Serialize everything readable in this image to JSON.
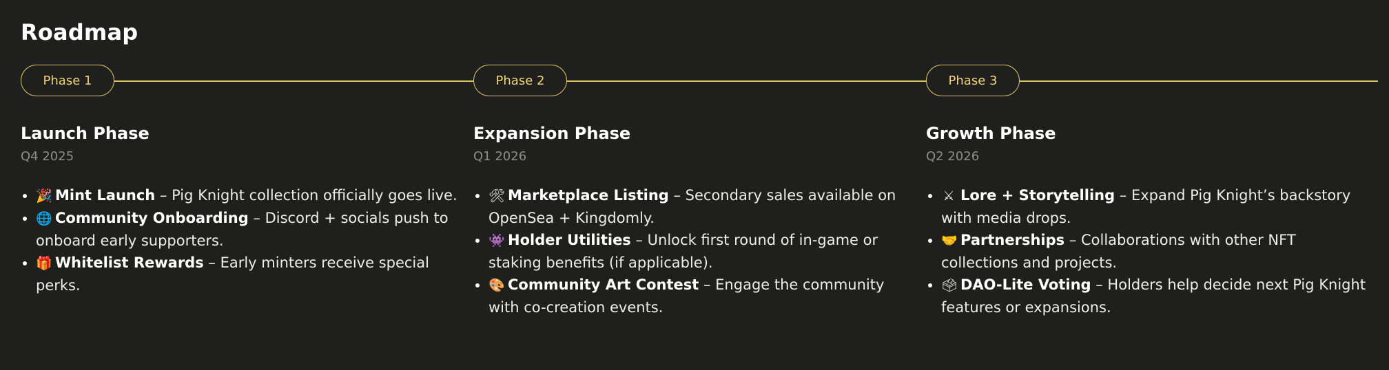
{
  "title": "Roadmap",
  "colors": {
    "background": "#1f201e",
    "accent": "#d9c266",
    "pill_text": "#f0d57a",
    "muted": "#8e8e8a"
  },
  "phases": [
    {
      "pill": "Phase 1",
      "name": "Launch Phase",
      "date": "Q4 2025",
      "items": [
        {
          "icon": "🎉",
          "icon_name": "party-popper-icon",
          "bold": "Mint Launch",
          "text": " – Pig Knight collection officially goes live."
        },
        {
          "icon": "🌐",
          "icon_name": "globe-icon",
          "bold": "Community Onboarding",
          "text": " – Discord + socials push to onboard early supporters."
        },
        {
          "icon": "🎁",
          "icon_name": "gift-icon",
          "bold": "Whitelist Rewards",
          "text": " – Early minters receive special perks."
        }
      ]
    },
    {
      "pill": "Phase 2",
      "name": "Expansion Phase",
      "date": "Q1 2026",
      "items": [
        {
          "icon": "🛠",
          "icon_name": "tools-icon",
          "bold": "Marketplace Listing",
          "text": " – Secondary sales available on OpenSea + Kingdomly."
        },
        {
          "icon": "👾",
          "icon_name": "alien-monster-icon",
          "bold": "Holder Utilities",
          "text": " – Unlock first round of in-game or staking benefits (if applicable)."
        },
        {
          "icon": "🎨",
          "icon_name": "palette-icon",
          "bold": "Community Art Contest",
          "text": " – Engage the community with co-creation events."
        }
      ]
    },
    {
      "pill": "Phase 3",
      "name": "Growth Phase",
      "date": "Q2 2026",
      "items": [
        {
          "icon": "⚔",
          "icon_name": "crossed-swords-icon",
          "bold": "Lore + Storytelling",
          "text": " – Expand Pig Knight’s backstory with media drops."
        },
        {
          "icon": "🤝",
          "icon_name": "handshake-icon",
          "bold": "Partnerships",
          "text": " – Collaborations with other NFT collections and projects."
        },
        {
          "icon": "🗳",
          "icon_name": "ballot-box-icon",
          "bold": "DAO-Lite Voting",
          "text": " – Holders help decide next Pig Knight features or expansions."
        }
      ]
    }
  ]
}
